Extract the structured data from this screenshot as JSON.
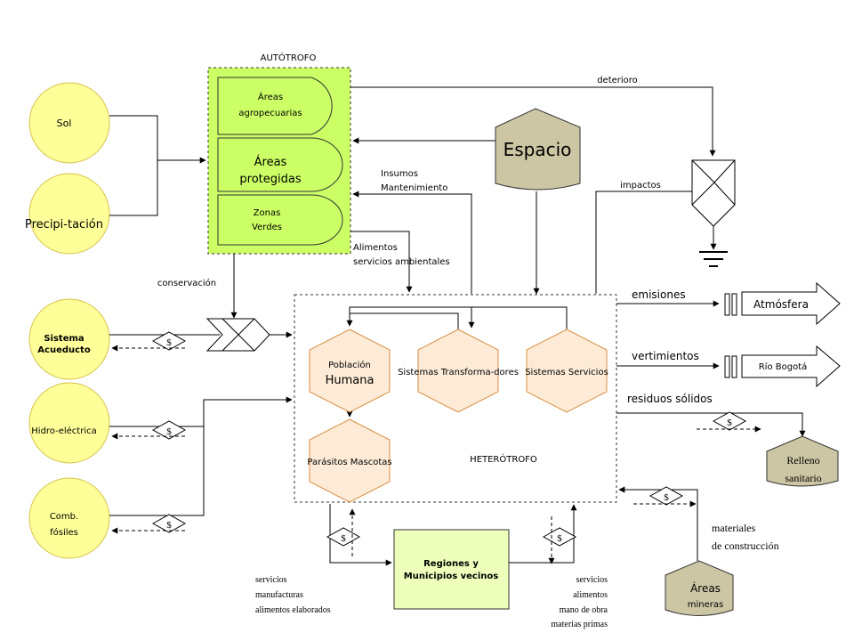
{
  "sources": {
    "sol": "Sol",
    "precipitacion": "Precipi-tación",
    "acueducto_line1": "Sistema",
    "acueducto_line2": "Acueducto",
    "hidro": "Hidro-eléctrica",
    "comb_line1": "Comb.",
    "comb_line2": "fósiles"
  },
  "autotrofo": {
    "title": "AUTÓTROFO",
    "agro_line1": "Áreas",
    "agro_line2": "agropecuarias",
    "protegidas_line1": "Áreas",
    "protegidas_line2": "protegidas",
    "zonas_line1": "Zonas",
    "zonas_line2": "Verdes"
  },
  "heterotrofo": {
    "title": "HETERÓTROFO",
    "poblacion_line1": "Población",
    "poblacion_line2": "Humana",
    "transforma": "Sistemas Transforma-dores",
    "servicios": "Sistemas Servicios",
    "parasitos": "Parásitos  Mascotas"
  },
  "espacio": "Espacio",
  "flows": {
    "deterioro": "deterioro",
    "insumos_line1": "Insumos",
    "insumos_line2": "Mantenimiento",
    "impactos": "impactos",
    "alimentos_line1": "Alimentos",
    "alimentos_line2": "servicios  ambientales",
    "conservacion": "conservación",
    "emisiones": "emisiones",
    "vertimientos": "vertimientos",
    "residuos": "residuos sólidos",
    "materiales_line1": "materiales",
    "materiales_line2": "de construcción"
  },
  "sinks": {
    "atmosfera": "Atmósfera",
    "rio": "Río Bogotá",
    "relleno_line1": "Relleno",
    "relleno_line2": "sanitario",
    "areas_mineras_line1": "Áreas",
    "areas_mineras_line2": "mineras"
  },
  "regiones": {
    "line1": "Regiones y",
    "line2": "Municipios vecinos"
  },
  "left_services": [
    "servicios",
    "manufacturas",
    "alimentos elaborados"
  ],
  "right_services": [
    "servicios",
    "alimentos",
    "mano de obra",
    "materias primas"
  ],
  "money": "$",
  "colors": {
    "source_yellow": "#ffff99",
    "autotrofo_green": "#ccff66",
    "node_peach": "#fdebd7",
    "node_border": "#d98c3f",
    "gray_tank": "#ccc6a4",
    "regiones_fill": "#eeffbb"
  }
}
